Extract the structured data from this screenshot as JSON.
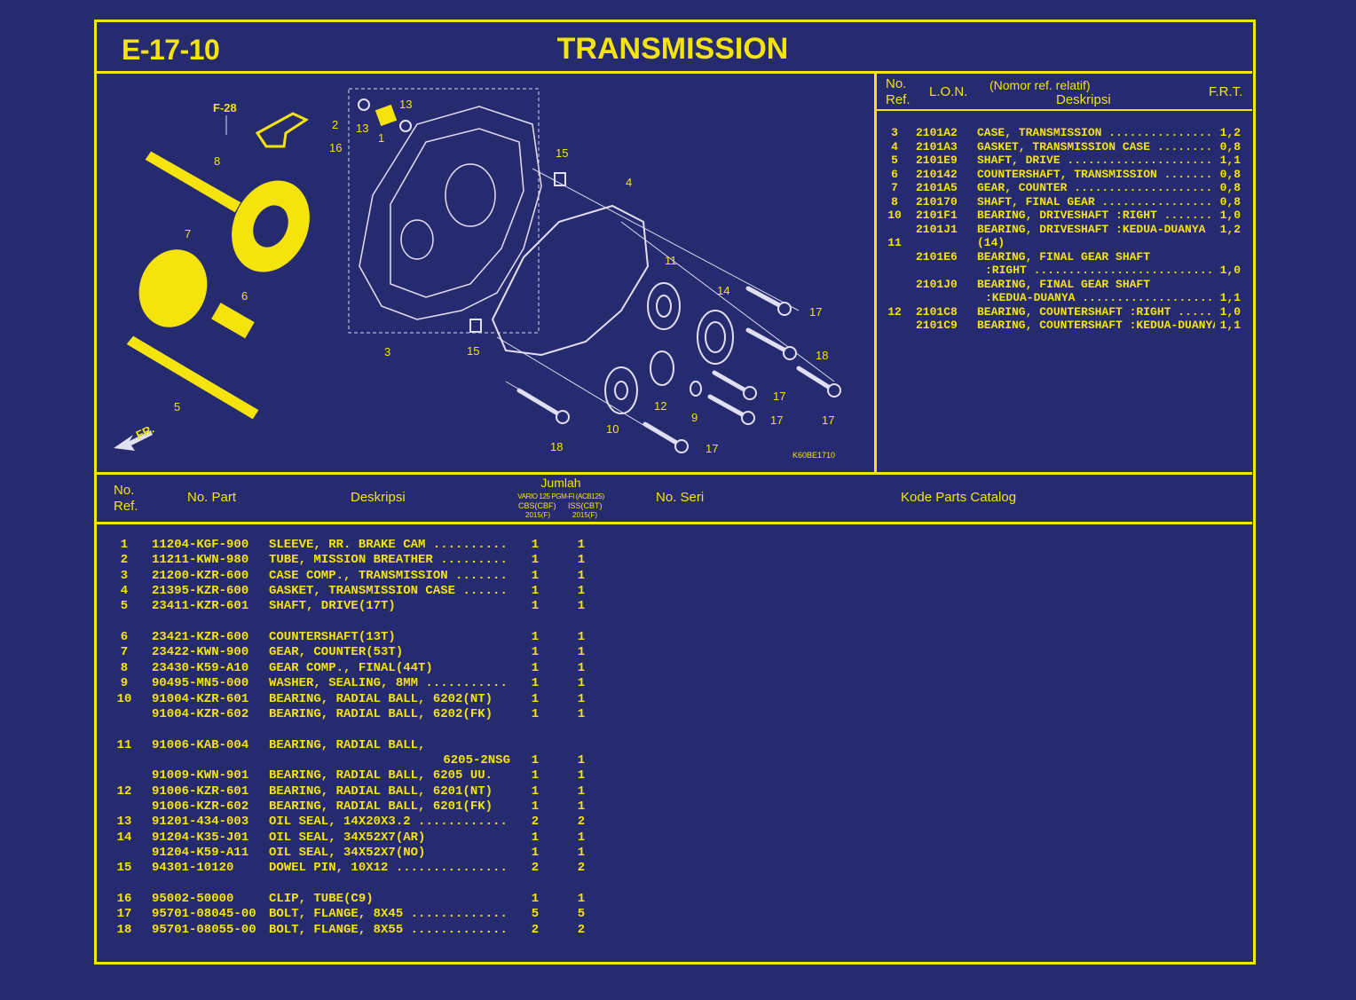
{
  "header": {
    "code": "E-17-10",
    "title": "TRANSMISSION"
  },
  "diagram": {
    "ref_figure": "F-28",
    "front_label": "FR.",
    "drawing_code": "K60BE1710",
    "callouts": [
      "2",
      "16",
      "13",
      "13",
      "1",
      "8",
      "15",
      "4",
      "7",
      "6",
      "11",
      "14",
      "17",
      "18",
      "3",
      "15",
      "5",
      "12",
      "9",
      "10",
      "17",
      "17",
      "17",
      "17",
      "18"
    ]
  },
  "frt_table": {
    "headers": {
      "ref": "No. Ref.",
      "lon": "L.O.N.",
      "desc_sub": "(Nomor ref. relatif)",
      "desc": "Deskripsi",
      "frt": "F.R.T."
    },
    "lines": [
      {
        "ref": "3",
        "lon": "2101A2",
        "desc": "CASE, TRANSMISSION",
        "frt": "1,2"
      },
      {
        "ref": "4",
        "lon": "2101A3",
        "desc": "GASKET, TRANSMISSION CASE",
        "frt": "0,8"
      },
      {
        "ref": "5",
        "lon": "2101E9",
        "desc": "SHAFT, DRIVE",
        "frt": "1,1"
      },
      {
        "ref": "6",
        "lon": "210142",
        "desc": "COUNTERSHAFT, TRANSMISSION",
        "frt": "0,8"
      },
      {
        "ref": "7",
        "lon": "2101A5",
        "desc": "GEAR, COUNTER",
        "frt": "0,8"
      },
      {
        "ref": "8",
        "lon": "210170",
        "desc": "SHAFT, FINAL GEAR",
        "frt": "0,8"
      },
      {
        "ref": "10",
        "lon": "2101F1",
        "desc": "BEARING, DRIVESHAFT :RIGHT",
        "frt": "1,0"
      },
      {
        "ref": "",
        "lon": "2101J1",
        "desc": "BEARING, DRIVESHAFT :KEDUA-DUANYA",
        "frt": "1,2"
      },
      {
        "ref": "11",
        "lon": "",
        "desc": "(14)",
        "frt": ""
      },
      {
        "ref": "",
        "lon": "2101E6",
        "desc": "BEARING, FINAL GEAR SHAFT",
        "frt": ""
      },
      {
        "ref": "",
        "lon": "",
        "desc": ":RIGHT",
        "frt": "1,0"
      },
      {
        "ref": "",
        "lon": "2101J0",
        "desc": "BEARING, FINAL GEAR SHAFT",
        "frt": ""
      },
      {
        "ref": "",
        "lon": "",
        "desc": ":KEDUA-DUANYA",
        "frt": "1,1"
      },
      {
        "ref": "12",
        "lon": "2101C8",
        "desc": "BEARING, COUNTERSHAFT :RIGHT",
        "frt": "1,0"
      },
      {
        "ref": "",
        "lon": "2101C9",
        "desc": "BEARING, COUNTERSHAFT :KEDUA-DUANYA",
        "frt": "1,1"
      }
    ]
  },
  "parts_table": {
    "headers": {
      "ref": "No. Ref.",
      "part": "No. Part",
      "desc": "Deskripsi",
      "qty": "Jumlah",
      "model": "VARIO 125 PGM-FI (ACB125)",
      "variant1": "CBS(CBF)",
      "variant2": "ISS(CBT)",
      "year1": "2015(F)",
      "year2": "2015(F)",
      "serial": "No. Seri",
      "catalog": "Kode Parts Catalog"
    },
    "groups": [
      [
        {
          "ref": "1",
          "part": "11204-KGF-900",
          "desc": "SLEEVE, RR. BRAKE CAM",
          "q1": "1",
          "q2": "1"
        },
        {
          "ref": "2",
          "part": "11211-KWN-980",
          "desc": "TUBE, MISSION BREATHER",
          "q1": "1",
          "q2": "1"
        },
        {
          "ref": "3",
          "part": "21200-KZR-600",
          "desc": "CASE COMP., TRANSMISSION",
          "q1": "1",
          "q2": "1"
        },
        {
          "ref": "4",
          "part": "21395-KZR-600",
          "desc": "GASKET, TRANSMISSION CASE",
          "q1": "1",
          "q2": "1"
        },
        {
          "ref": "5",
          "part": "23411-KZR-601",
          "desc": "SHAFT, DRIVE(17T)",
          "q1": "1",
          "q2": "1"
        }
      ],
      [
        {
          "ref": "6",
          "part": "23421-KZR-600",
          "desc": "COUNTERSHAFT(13T)",
          "q1": "1",
          "q2": "1"
        },
        {
          "ref": "7",
          "part": "23422-KWN-900",
          "desc": "GEAR, COUNTER(53T)",
          "q1": "1",
          "q2": "1"
        },
        {
          "ref": "8",
          "part": "23430-K59-A10",
          "desc": "GEAR COMP., FINAL(44T)",
          "q1": "1",
          "q2": "1"
        },
        {
          "ref": "9",
          "part": "90495-MN5-000",
          "desc": "WASHER, SEALING, 8MM",
          "q1": "1",
          "q2": "1"
        },
        {
          "ref": "10",
          "part": "91004-KZR-601",
          "desc": "BEARING, RADIAL BALL, 6202(NT)",
          "q1": "1",
          "q2": "1"
        },
        {
          "ref": "",
          "part": "91004-KZR-602",
          "desc": "BEARING, RADIAL BALL, 6202(FK)",
          "q1": "1",
          "q2": "1"
        }
      ],
      [
        {
          "ref": "11",
          "part": "91006-KAB-004",
          "desc": "BEARING, RADIAL BALL,",
          "desc2": "6205-2NSG",
          "q1": "1",
          "q2": "1"
        },
        {
          "ref": "",
          "part": "91009-KWN-901",
          "desc": "BEARING, RADIAL BALL, 6205 UU.",
          "q1": "1",
          "q2": "1"
        },
        {
          "ref": "12",
          "part": "91006-KZR-601",
          "desc": "BEARING, RADIAL BALL, 6201(NT)",
          "q1": "1",
          "q2": "1"
        },
        {
          "ref": "",
          "part": "91006-KZR-602",
          "desc": "BEARING, RADIAL BALL, 6201(FK)",
          "q1": "1",
          "q2": "1"
        },
        {
          "ref": "13",
          "part": "91201-434-003",
          "desc": "OIL SEAL, 14X20X3.2",
          "q1": "2",
          "q2": "2"
        },
        {
          "ref": "14",
          "part": "91204-K35-J01",
          "desc": "OIL SEAL, 34X52X7(AR)",
          "q1": "1",
          "q2": "1"
        },
        {
          "ref": "",
          "part": "91204-K59-A11",
          "desc": "OIL SEAL, 34X52X7(NO)",
          "q1": "1",
          "q2": "1"
        },
        {
          "ref": "15",
          "part": "94301-10120",
          "desc": "DOWEL PIN, 10X12",
          "q1": "2",
          "q2": "2"
        }
      ],
      [
        {
          "ref": "16",
          "part": "95002-50000",
          "desc": "CLIP, TUBE(C9)",
          "q1": "1",
          "q2": "1"
        },
        {
          "ref": "17",
          "part": "95701-08045-00",
          "desc": "BOLT, FLANGE, 8X45",
          "q1": "5",
          "q2": "5"
        },
        {
          "ref": "18",
          "part": "95701-08055-00",
          "desc": "BOLT, FLANGE, 8X55",
          "q1": "2",
          "q2": "2"
        }
      ]
    ]
  },
  "colors": {
    "background": "#262a6f",
    "accent": "#f4e40c",
    "line_art": "#d8d8f0"
  }
}
